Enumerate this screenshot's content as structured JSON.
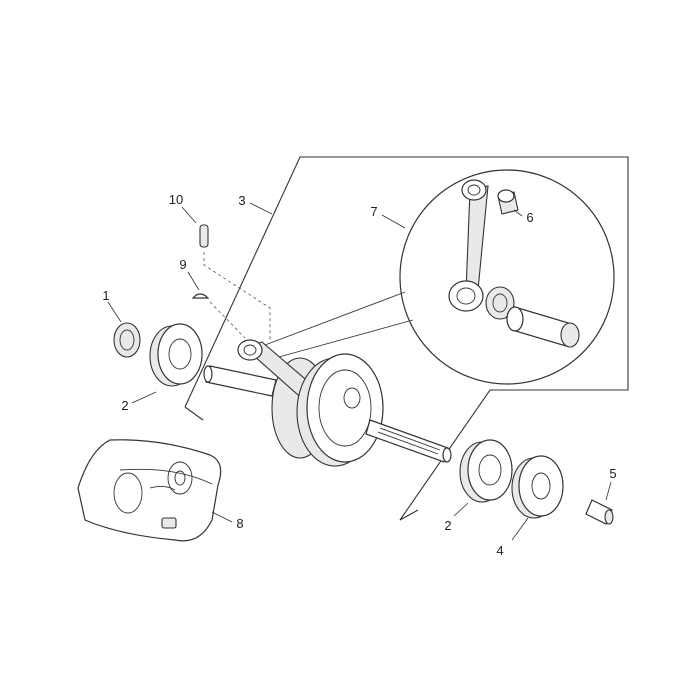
{
  "callouts": {
    "c1": "1",
    "c2a": "2",
    "c2b": "2",
    "c3": "3",
    "c4": "4",
    "c5": "5",
    "c6": "6",
    "c7": "7",
    "c8": "8",
    "c9": "9",
    "c10": "10"
  },
  "colors": {
    "ink": "#333333",
    "background": "#ffffff",
    "part_fill": "#e9e9e9"
  }
}
